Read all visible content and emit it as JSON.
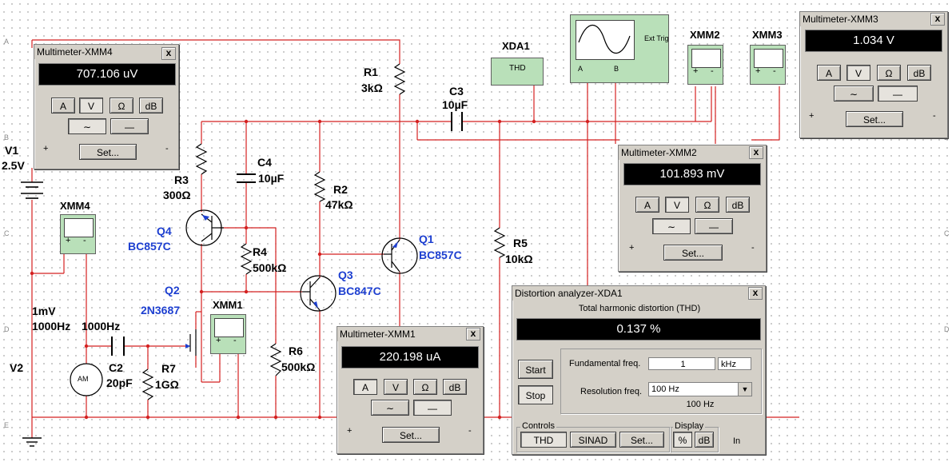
{
  "components": {
    "V1": {
      "ref": "V1",
      "value": "2.5V"
    },
    "V2": {
      "ref": "V2",
      "amp": "1mV",
      "freq1": "1000Hz",
      "freq2": "1000Hz",
      "symbol": "AM"
    },
    "R1": {
      "ref": "R1",
      "value": "3kΩ"
    },
    "R2": {
      "ref": "R2",
      "value": "47kΩ"
    },
    "R3": {
      "ref": "R3",
      "value": "300Ω"
    },
    "R4": {
      "ref": "R4",
      "value": "500kΩ"
    },
    "R5": {
      "ref": "R5",
      "value": "10kΩ"
    },
    "R6": {
      "ref": "R6",
      "value": "500kΩ"
    },
    "R7": {
      "ref": "R7",
      "value": "1GΩ"
    },
    "C2": {
      "ref": "C2",
      "value": "20pF"
    },
    "C3": {
      "ref": "C3",
      "value": "10µF"
    },
    "C4": {
      "ref": "C4",
      "value": "10µF"
    },
    "Q1": {
      "ref": "Q1",
      "model": "BC857C"
    },
    "Q2": {
      "ref": "Q2",
      "model": "2N3687"
    },
    "Q3": {
      "ref": "Q3",
      "model": "BC847C"
    },
    "Q4": {
      "ref": "Q4",
      "model": "BC857C"
    },
    "XDA1": {
      "ref": "XDA1",
      "face": "THD"
    },
    "XMM1": {
      "ref": "XMM1"
    },
    "XMM2": {
      "ref": "XMM2"
    },
    "XMM3": {
      "ref": "XMM3"
    },
    "XMM4": {
      "ref": "XMM4"
    },
    "scope": {
      "ext_trig": "Ext Trig",
      "ch_a": "A",
      "ch_b": "B"
    }
  },
  "edge_labels": [
    "A",
    "B",
    "C",
    "D",
    "E"
  ],
  "multimeter_common": {
    "btn_a": "A",
    "btn_v": "V",
    "btn_ohm": "Ω",
    "btn_db": "dB",
    "set": "Set...",
    "plus": "+",
    "minus": "-",
    "close": "x"
  },
  "mm4": {
    "title": "Multimeter-XMM4",
    "reading": "707.106 uV"
  },
  "mm3": {
    "title": "Multimeter-XMM3",
    "reading": "1.034 V"
  },
  "mm2": {
    "title": "Multimeter-XMM2",
    "reading": "101.893 mV"
  },
  "mm1": {
    "title": "Multimeter-XMM1",
    "reading": "220.198 uA"
  },
  "distortion": {
    "title": "Distortion analyzer-XDA1",
    "heading": "Total harmonic distortion (THD)",
    "reading": "0.137 %",
    "start": "Start",
    "stop": "Stop",
    "fund_label": "Fundamental freq.",
    "fund_value": "1",
    "fund_unit": "kHz",
    "res_label": "Resolution freq.",
    "res_value": "100 Hz",
    "res_readout": "100 Hz",
    "controls_label": "Controls",
    "thd": "THD",
    "sinad": "SINAD",
    "set": "Set...",
    "display_label": "Display",
    "pct": "%",
    "db": "dB",
    "in": "In",
    "close": "x"
  },
  "colors": {
    "wire": "#d42020",
    "label_blue": "#1d3fd0",
    "instrument_green": "#b9e0b9",
    "window_gray": "#d4d0c8"
  }
}
